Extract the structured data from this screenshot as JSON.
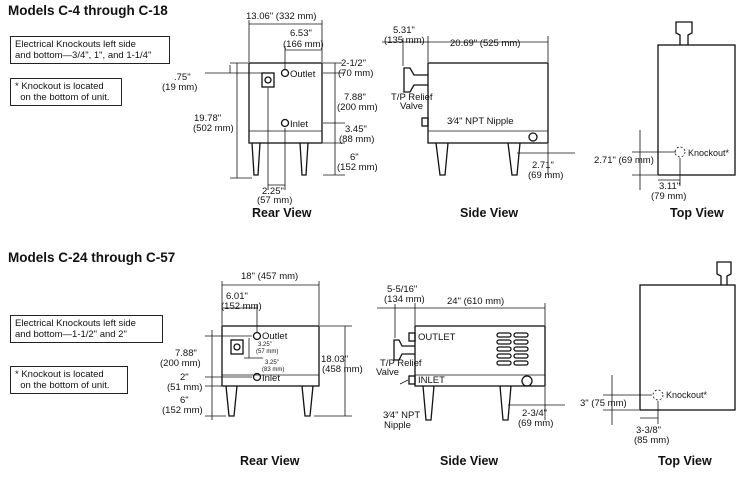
{
  "top_section": {
    "title": "Models C-4 through C-18",
    "note_knockouts": [
      "Electrical Knockouts left side",
      "and bottom—3/4\", 1\", and 1-1/4\""
    ],
    "note_bottom": [
      "* Knockout is located",
      "  on the bottom of unit."
    ],
    "rear": {
      "label": "Rear View",
      "width_dim": "13.06\" (332 mm)",
      "outlet_offset_dim": [
        "6.53\"",
        "(166 mm)"
      ],
      "top_offset_dim": [
        ".75\"",
        "(19 mm)"
      ],
      "outlet_height_dim": [
        "2-1/2\"",
        "(70 mm)"
      ],
      "height_dim": [
        "19.78\"",
        "(502 mm)"
      ],
      "spacing_dim": [
        "7.88\"",
        "(200 mm)"
      ],
      "inlet_height_dim": [
        "3.45\"",
        "(88 mm)"
      ],
      "leg_dim": [
        "6\"",
        "(152 mm)"
      ],
      "inlet_offset_dim": [
        "2.25\"",
        "(57 mm)"
      ],
      "outlet_label": "Outlet",
      "inlet_label": "Inlet"
    },
    "side": {
      "label": "Side View",
      "offset_dim": [
        "5.31\"",
        "(135 mm)"
      ],
      "depth_dim": "20.69\" (525 mm)",
      "relief_label": [
        "T/P Relief",
        "Valve"
      ],
      "nipple_label": "3⁄4\" NPT Nipple",
      "foot_dim": [
        "2.71\"",
        "(69 mm)"
      ]
    },
    "top": {
      "label": "Top View",
      "knockout_label": "Knockout*",
      "depth_dim": "2.71\" (69 mm)",
      "width_dim": [
        "3.11\"",
        "(79 mm)"
      ]
    }
  },
  "bottom_section": {
    "title": "Models C-24 through C-57",
    "note_knockouts": [
      "Electrical Knockouts left side",
      "and bottom—1-1/2\" and 2\""
    ],
    "note_bottom": [
      "* Knockout is located",
      "  on the bottom of unit."
    ],
    "rear": {
      "label": "Rear View",
      "width_dim": "18\" (457 mm)",
      "outlet_offset_dim": [
        "6.01\"",
        "(152 mm)"
      ],
      "spacing_dim": [
        "7.88\"",
        "(200 mm)"
      ],
      "inlet_height_dim": [
        "2\"",
        "(51 mm)"
      ],
      "leg_dim": [
        "6\"",
        "(152 mm)"
      ],
      "height_dim": [
        "18.03\"",
        "(458 mm)"
      ],
      "small_dim_1": [
        "3.25\"",
        "(57 mm)"
      ],
      "small_dim_2": [
        "3.25\"",
        "(83 mm)"
      ],
      "outlet_label": "Outlet",
      "inlet_label": "Inlet"
    },
    "side": {
      "label": "Side View",
      "offset_dim": [
        "5-5/16\"",
        "(134 mm)"
      ],
      "depth_dim": "24\" (610 mm)",
      "outlet_label": "OUTLET",
      "inlet_label": "INLET",
      "relief_label": [
        "T/P Relief",
        "Valve"
      ],
      "nipple_label": [
        "3⁄4\" NPT",
        "Nipple"
      ],
      "foot_dim": [
        "2-3/4\"",
        "(69 mm)"
      ]
    },
    "top": {
      "label": "Top View",
      "knockout_label": "Knockout*",
      "depth_dim": "3\" (75 mm)",
      "width_dim": [
        "3-3/8\"",
        "(85 mm)"
      ]
    }
  }
}
